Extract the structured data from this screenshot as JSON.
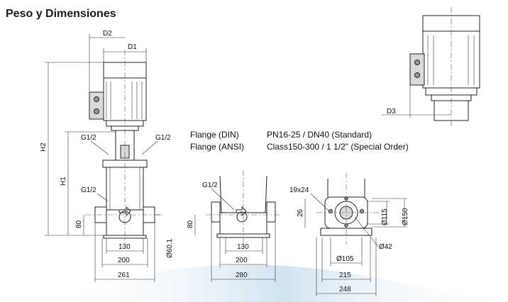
{
  "title": "Peso y Dimensiones",
  "notes": {
    "din_label": "Flange (DIN)",
    "din_value": "PN16-25 / DN40 (Standard)",
    "ansi_label": "Flange (ANSI)",
    "ansi_value": "Class150-300 / 1 1/2\" (Special Order)"
  },
  "dims": {
    "d2": "D2",
    "d1": "D1",
    "d3": "D3",
    "h2": "H2",
    "h1": "H1",
    "g12": "G1/2",
    "h80": "80",
    "w130": "130",
    "w200": "200",
    "w261": "261",
    "w280": "280",
    "dia60": "Ø60.1",
    "bolt": "19x24",
    "h26": "26",
    "dia115": "Ø115",
    "dia150": "Ø150",
    "dia42": "Ø42",
    "dia105": "Ø105",
    "w215": "215",
    "w248": "248"
  },
  "colors": {
    "swoosh": "#c6dced",
    "line": "#222222",
    "shade": "#d9d9d9"
  }
}
